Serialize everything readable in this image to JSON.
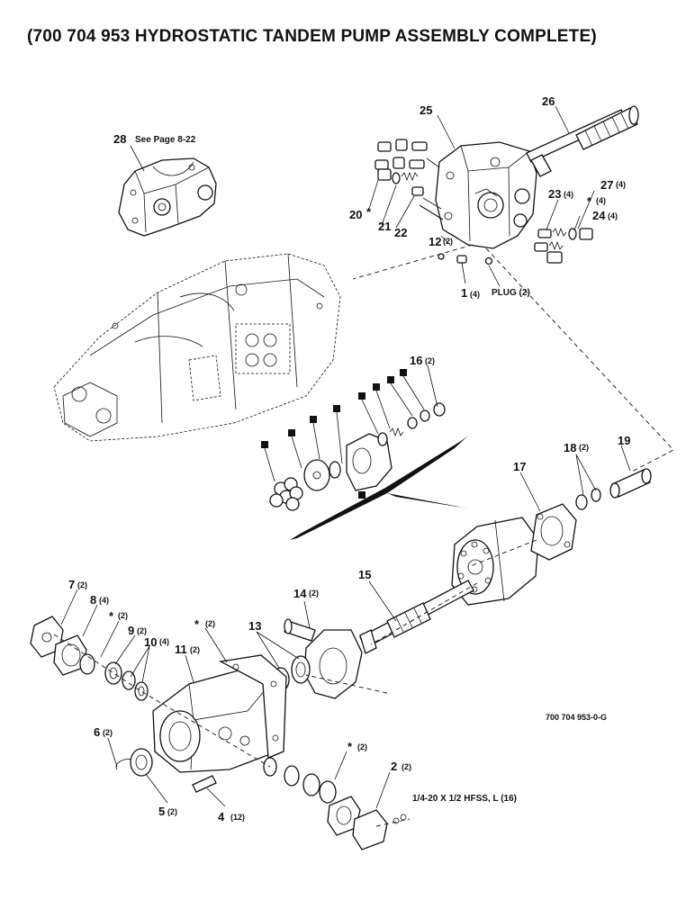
{
  "title": "(700 704 953 HYDROSTATIC TANDEM PUMP ASSEMBLY COMPLETE)",
  "drawing_number": "700 704 953-0-G",
  "see_page": "See Page 8-22",
  "fastener_note": "1/4-20 X 1/2 HFSS, L (16)",
  "plug_label": "PLUG (2)",
  "callouts": [
    {
      "id": "28",
      "num": "28",
      "qty": ""
    },
    {
      "id": "25",
      "num": "25",
      "qty": ""
    },
    {
      "id": "26",
      "num": "26",
      "qty": ""
    },
    {
      "id": "27",
      "num": "27",
      "qty": "(4)"
    },
    {
      "id": "23",
      "num": "23",
      "qty": "(4)"
    },
    {
      "id": "star-top",
      "num": "*",
      "qty": "(4)"
    },
    {
      "id": "24",
      "num": "24",
      "qty": "(4)"
    },
    {
      "id": "20",
      "num": "20",
      "qty": ""
    },
    {
      "id": "star-20",
      "num": "*",
      "qty": ""
    },
    {
      "id": "21",
      "num": "21",
      "qty": ""
    },
    {
      "id": "22",
      "num": "22",
      "qty": ""
    },
    {
      "id": "12",
      "num": "12",
      "qty": "(2)"
    },
    {
      "id": "1",
      "num": "1",
      "qty": "(4)"
    },
    {
      "id": "16",
      "num": "16",
      "qty": "(2)"
    },
    {
      "id": "17",
      "num": "17",
      "qty": ""
    },
    {
      "id": "18",
      "num": "18",
      "qty": "(2)"
    },
    {
      "id": "19",
      "num": "19",
      "qty": ""
    },
    {
      "id": "15",
      "num": "15",
      "qty": ""
    },
    {
      "id": "14",
      "num": "14",
      "qty": "(2)"
    },
    {
      "id": "13",
      "num": "13",
      "qty": ""
    },
    {
      "id": "7",
      "num": "7",
      "qty": "(2)"
    },
    {
      "id": "8",
      "num": "8",
      "qty": "(4)"
    },
    {
      "id": "star-mid",
      "num": "*",
      "qty": "(2)"
    },
    {
      "id": "9",
      "num": "9",
      "qty": "(2)"
    },
    {
      "id": "10",
      "num": "10",
      "qty": "(4)"
    },
    {
      "id": "star-11",
      "num": "*",
      "qty": "(2)"
    },
    {
      "id": "11",
      "num": "11",
      "qty": "(2)"
    },
    {
      "id": "6",
      "num": "6",
      "qty": "(2)"
    },
    {
      "id": "5",
      "num": "5",
      "qty": "(2)"
    },
    {
      "id": "4",
      "num": "4",
      "qty": "(12)"
    },
    {
      "id": "star-bot",
      "num": "*",
      "qty": "(2)"
    },
    {
      "id": "2",
      "num": "2",
      "qty": "(2)"
    }
  ]
}
